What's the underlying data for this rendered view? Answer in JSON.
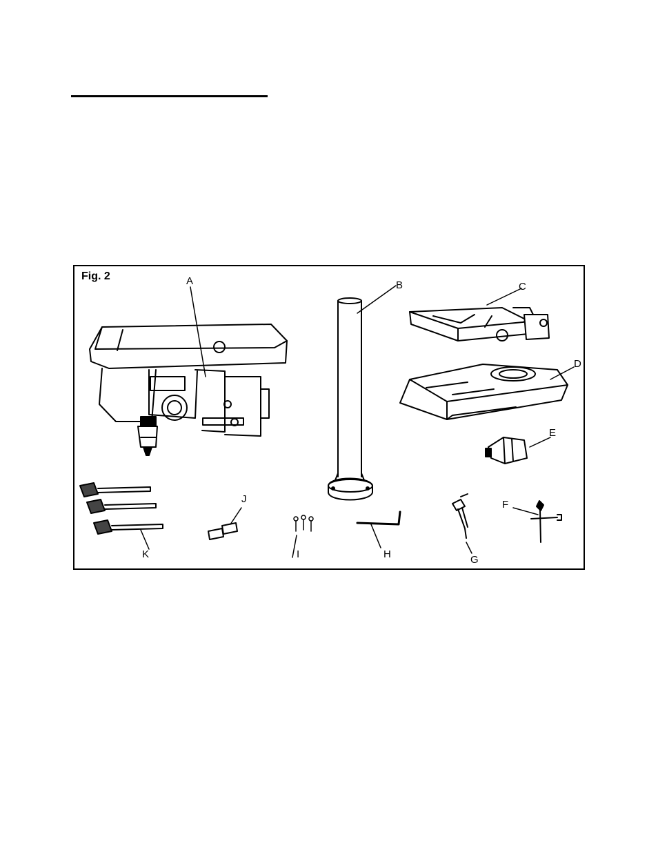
{
  "figure": {
    "title": "Fig. 2",
    "labels": {
      "A": "A",
      "B": "B",
      "C": "C",
      "D": "D",
      "E": "E",
      "F": "F",
      "G": "G",
      "H": "H",
      "I": "I",
      "J": "J",
      "K": "K"
    }
  }
}
